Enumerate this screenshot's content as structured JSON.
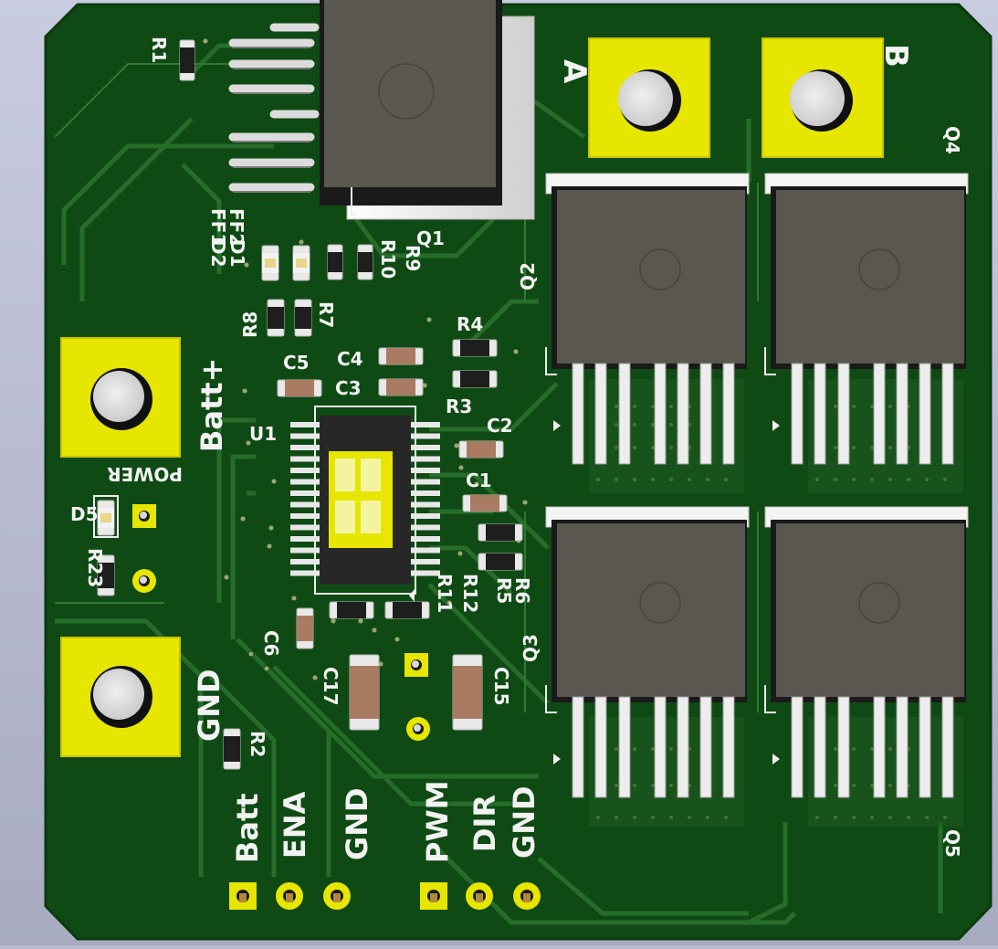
{
  "board": {
    "colors": {
      "background": "#b9bccf",
      "pcb": "#0f4a14",
      "pcb_light": "#1a5e1f",
      "trace": "#256b28",
      "silk": "#f2f2f2",
      "pad_gold": "#e8e800",
      "pad_dark": "#c9c300",
      "mosfet_body": "#5a5650",
      "mosfet_tab": "#ececec",
      "chip_body": "#262626",
      "resistor_body": "#202020",
      "cap_body": "#a97b62"
    }
  },
  "labels": {
    "terminal_a": "A",
    "terminal_b": "B",
    "batt_plus": "Batt+",
    "gnd_big": "GND",
    "power": "POWER",
    "header_batt": "Batt",
    "header_ena": "ENA",
    "header_gnd1": "GND",
    "header_pwm": "PWM",
    "header_dir": "DIR",
    "header_gnd2": "GND"
  },
  "refdes": {
    "r1": "R1",
    "q1": "Q1",
    "q2": "Q2",
    "q3": "Q3",
    "q4": "Q4",
    "q5": "Q5",
    "ff1": "FF1",
    "ff2": "FF2",
    "d1": "D1",
    "d2": "D2",
    "r9": "R9",
    "r10": "R10",
    "r8": "R8",
    "r7": "R7",
    "r4": "R4",
    "r3": "R3",
    "c4": "C4",
    "c5": "C5",
    "c3": "C3",
    "c2": "C2",
    "c1": "C1",
    "u1": "U1",
    "d5": "D5",
    "r23": "R23",
    "r5": "R5",
    "r6": "R6",
    "r11": "R11",
    "r12": "R12",
    "c6": "C6",
    "c17": "C17",
    "c15": "C15",
    "r2": "R2"
  }
}
